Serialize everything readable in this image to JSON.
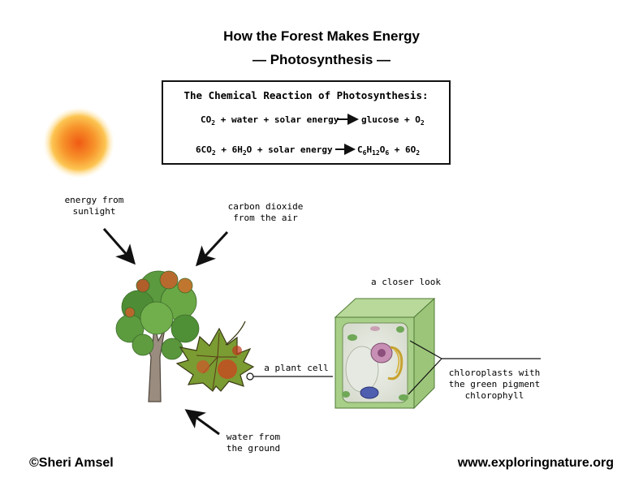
{
  "title": {
    "line1": "How the Forest Makes Energy",
    "line2": "— Photosynthesis —"
  },
  "reaction": {
    "heading": "The Chemical Reaction of Photosynthesis:",
    "eq1": {
      "co2": "CO",
      "co2_sub": "2",
      "left_rest": " + water + solar energy",
      "product1": "glucose + O",
      "product1_sub": "2"
    },
    "eq2": {
      "left_a": "6CO",
      "sub_a": "2",
      "left_b": " + 6H",
      "sub_b": "2",
      "left_c": "O + solar energy",
      "right_a": "C",
      "sub_c": "6",
      "right_b": "H",
      "sub_h": "12",
      "right_c": "O",
      "sub_o": "6",
      "right_d": " + 6O",
      "sub_o2": "2"
    }
  },
  "labels": {
    "sunlight": "energy from\nsunlight",
    "co2": "carbon dioxide\nfrom the air",
    "closer": "a closer look",
    "cell": "a plant cell",
    "chloroplasts": "chloroplasts with\nthe green pigment\nchlorophyll",
    "water": "water from\nthe ground"
  },
  "footer": {
    "copyright": "©Sheri Amsel",
    "website": "www.exploringnature.org"
  },
  "icons": [
    "sun-icon",
    "tree-icon",
    "maple-leaf-icon",
    "plant-cell-icon",
    "arrow-icon"
  ],
  "colors": {
    "sun_core": "#f26a1b",
    "sun_glow": "#fdd76a",
    "leaf_green": "#4d9a38",
    "maple_red": "#c0391b",
    "cell_wall": "#a8cf88",
    "chloroplast": "#6fa857"
  }
}
